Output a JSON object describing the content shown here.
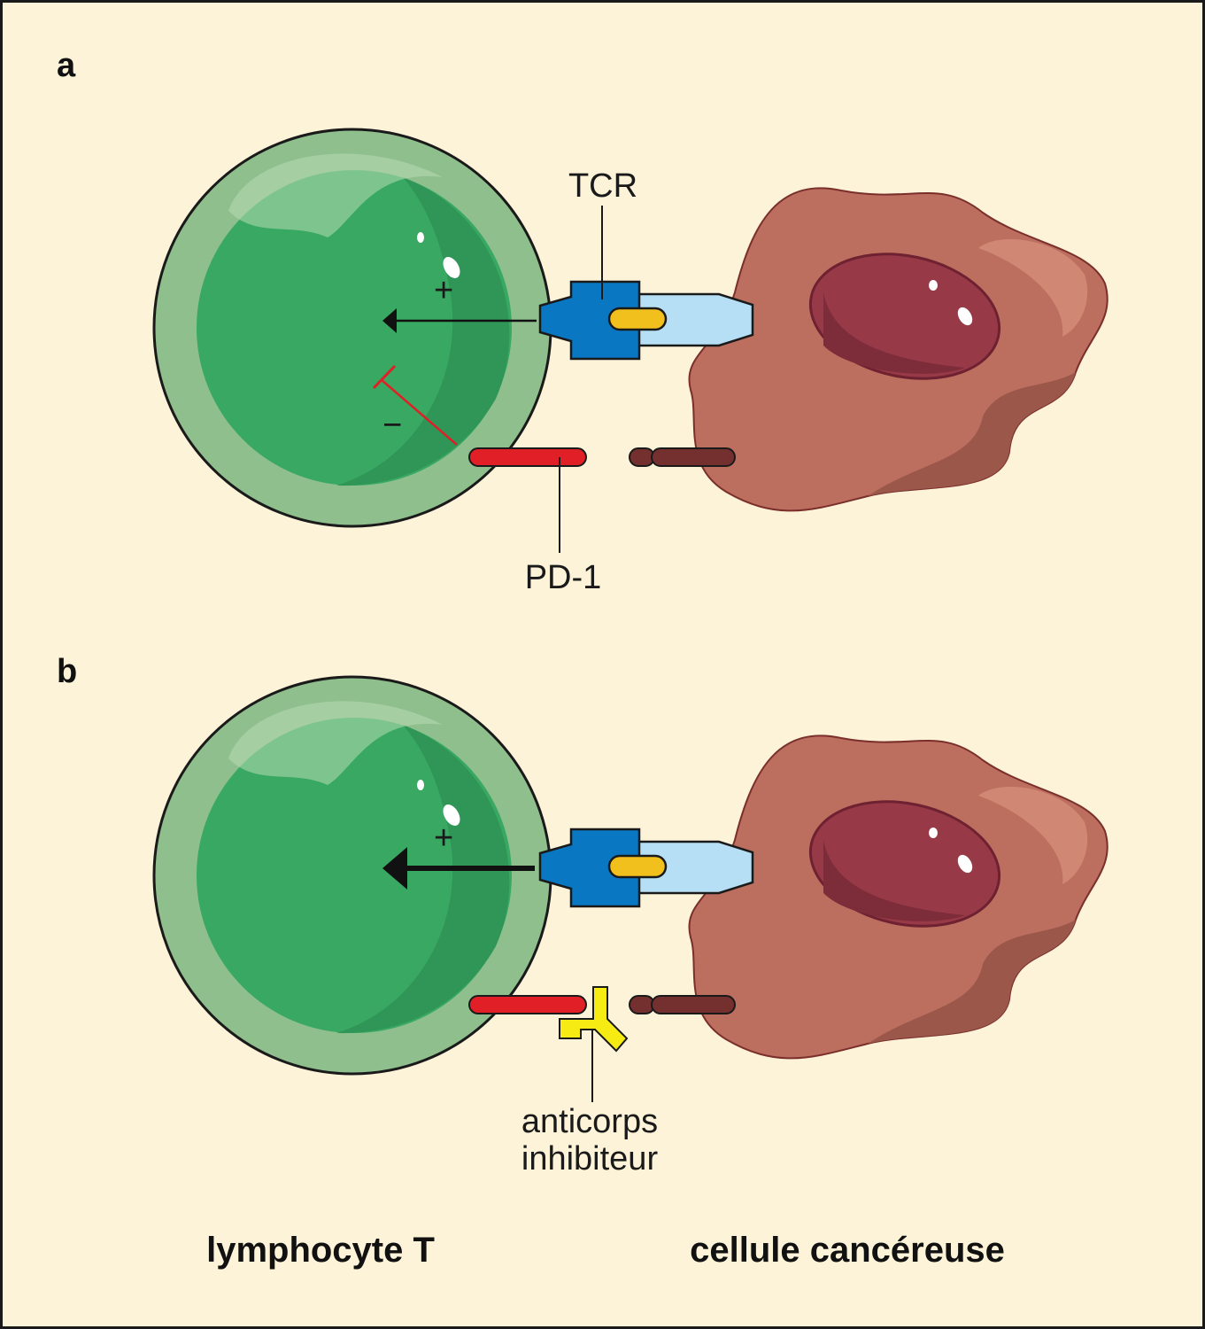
{
  "panels": [
    {
      "letter": "a",
      "signals": {
        "plus": "+",
        "minus": "−"
      },
      "labels": {
        "tcr": "TCR",
        "pd1": "PD-1"
      }
    },
    {
      "letter": "b",
      "signals": {
        "plus": "+"
      },
      "labels": {
        "antibody_line1": "anticorps",
        "antibody_line2": "inhibiteur"
      }
    }
  ],
  "captions": {
    "left": "lymphocyte T",
    "right": "cellule cancéreuse"
  },
  "colors": {
    "background": "#fdf3d8",
    "frame": "#1a1a1a",
    "tcell_outer": "#8fbf8d",
    "tcell_inner": "#38a862",
    "tcell_shade": "#2f9658",
    "cancer_cell": "#bc6e5f",
    "cancer_shade": "#9c574b",
    "nucleus": "#983947",
    "tcr": "#0a77c2",
    "mhc": "#b6dff5",
    "antigen": "#f2c01c",
    "pd1": "#e01f26",
    "pdl1": "#73302e",
    "antibody": "#f6ec14",
    "inhibition": "#e01f26"
  }
}
